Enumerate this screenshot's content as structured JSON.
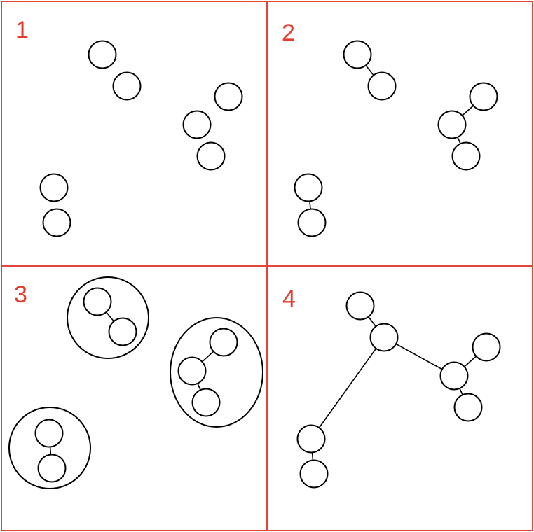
{
  "colors": {
    "panel_border": "#e0473a",
    "label": "#e53a2c",
    "stroke": "#000000"
  },
  "panels": [
    {
      "label": "1"
    },
    {
      "label": "2"
    },
    {
      "label": "3"
    },
    {
      "label": "4"
    }
  ]
}
